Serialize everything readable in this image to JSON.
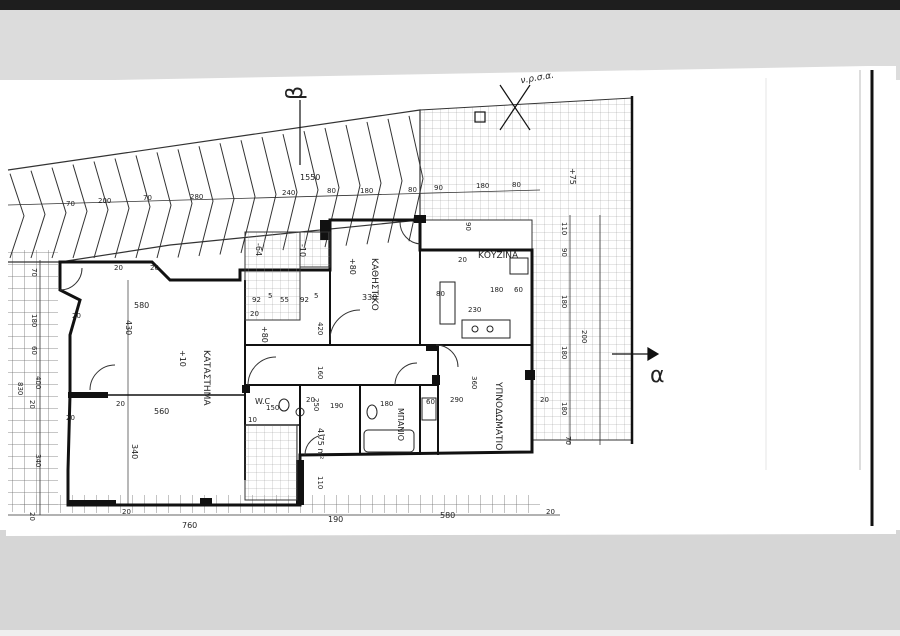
{
  "sheet": {
    "marker_top": "β",
    "marker_right": "α",
    "note_top": "ν.ρ.σ.α."
  },
  "rooms": {
    "store": "ΚΑΤΑΣΤΗΜΑ",
    "living": "ΚΑΘΗΣΤΙΚΟ",
    "kitchen": "ΚΟΥΖΙΝΑ",
    "bath": "ΜΠΑΝΙΟ",
    "bedroom": "ΥΠΝΟΔΩΜΑΤΙΟ",
    "wc": "W.C",
    "area": "4.75 m²"
  },
  "levels": {
    "store": "+10",
    "living": "+80",
    "terrace": "+75",
    "stair_top": "-64",
    "stair_mid": "+80",
    "stair_low": "-10"
  },
  "dims": {
    "top_total": "1550",
    "t70a": "70",
    "t200": "200",
    "t70b": "70",
    "t280": "280",
    "t240": "240",
    "t80a": "80",
    "t180a": "180",
    "t80b": "80",
    "t90": "90",
    "t180b": "180",
    "t80c": "80",
    "r110": "110",
    "r90a": "90",
    "r90b": "90",
    "r180a": "180",
    "r200": "200",
    "r180b": "180",
    "r180c": "180",
    "r70": "70",
    "l70": "70",
    "l180": "180",
    "l60": "60",
    "l400": "400",
    "l830": "830",
    "l20a": "20",
    "l20b": "20",
    "l340": "340",
    "l20c": "20",
    "b760": "760",
    "b190": "190",
    "b580": "580",
    "b20a": "20",
    "b20b": "20",
    "b110": "110",
    "i580": "580",
    "i430": "430",
    "i560": "560",
    "i340": "340",
    "i330": "330",
    "i420": "420",
    "i160": "160",
    "i92a": "92",
    "i55": "55",
    "i92b": "92",
    "i5a": "5",
    "i5b": "5",
    "i20a": "20",
    "i20b": "20",
    "i20c": "20",
    "i20d": "20",
    "i20e": "20",
    "k180": "180",
    "k230": "230",
    "k60": "60",
    "k80": "80",
    "k20": "20",
    "bt180": "180",
    "bt290": "290",
    "bt360": "360",
    "bt60": "60",
    "w150": "150",
    "w10": "10",
    "w250": "250",
    "w190": "190",
    "w20a": "20",
    "w20b": "20"
  }
}
